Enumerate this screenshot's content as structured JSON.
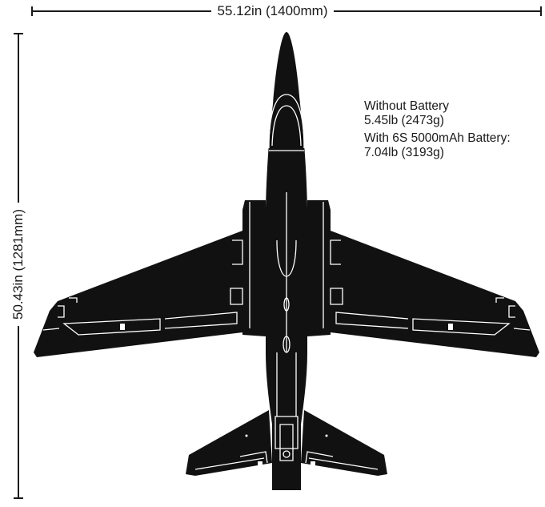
{
  "dimensions": {
    "wingspan": "55.12in (1400mm)",
    "length": "50.43in (1281mm)"
  },
  "weights": {
    "without_battery_label": "Without Battery",
    "without_battery_value": "5.45lb (2473g)",
    "with_battery_label": "With 6S 5000mAh Battery:",
    "with_battery_value": "7.04lb (3193g)"
  },
  "colors": {
    "airframe": "#111111",
    "panel_lines": "#ffffff",
    "dimension_lines": "#1a1a1a"
  }
}
